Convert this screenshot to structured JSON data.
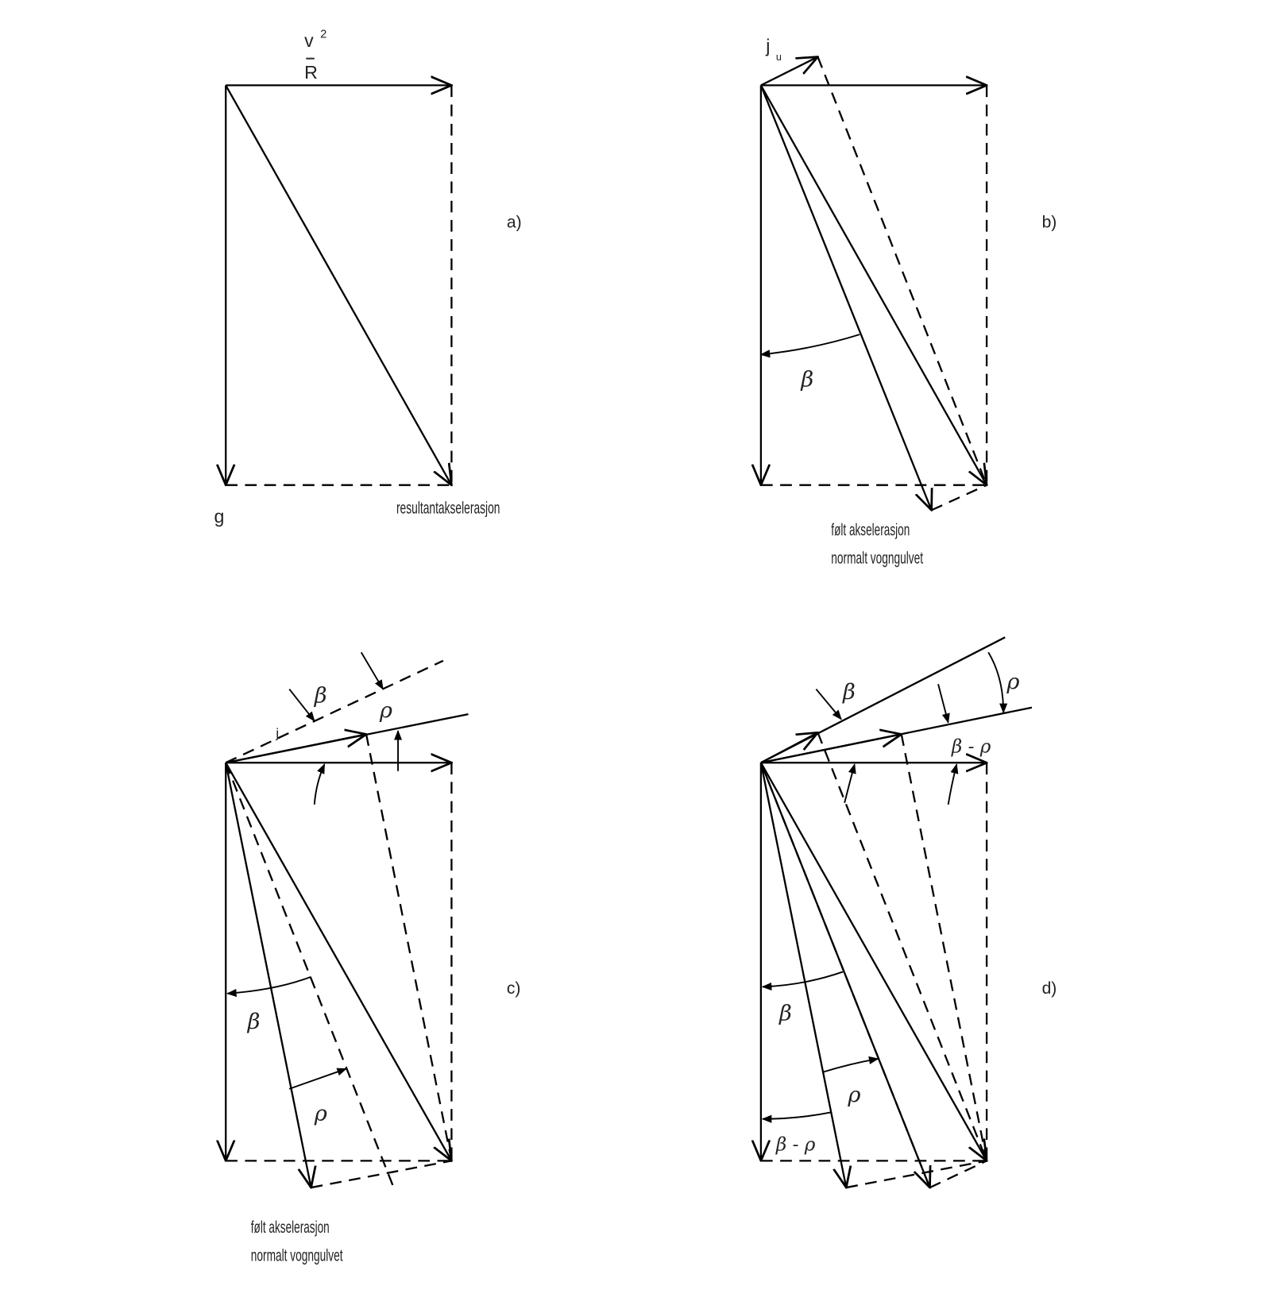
{
  "diagram": {
    "type": "vector-acceleration-diagrams",
    "panels": [
      {
        "id": "a",
        "panel_label": "a)",
        "labels": {
          "centripetal_num": "v",
          "centripetal_exp": "2",
          "centripetal_den": "R",
          "gravity": "g",
          "resultant": "resultantakselerasjon"
        }
      },
      {
        "id": "b",
        "panel_label": "b)",
        "labels": {
          "unbalanced": "j",
          "unbalanced_sub": "u",
          "angle": "β",
          "felt_line1": "følt akselerasjon",
          "felt_line2": "normalt vogngulvet"
        }
      },
      {
        "id": "c",
        "panel_label": "c)",
        "labels": {
          "angle_beta_top": "β",
          "angle_rho_top": "ρ",
          "unbalanced": "j",
          "angle_beta": "β",
          "angle_rho": "ρ",
          "felt_line1": "følt akselerasjon",
          "felt_line2": "normalt vogngulvet"
        }
      },
      {
        "id": "d",
        "panel_label": "d)",
        "labels": {
          "angle_beta_top": "β",
          "angle_rho_top": "ρ",
          "angle_beta_minus_rho_top": "β - ρ",
          "angle_beta": "β",
          "angle_rho": "ρ",
          "angle_beta_minus_rho": "β - ρ"
        }
      }
    ]
  }
}
